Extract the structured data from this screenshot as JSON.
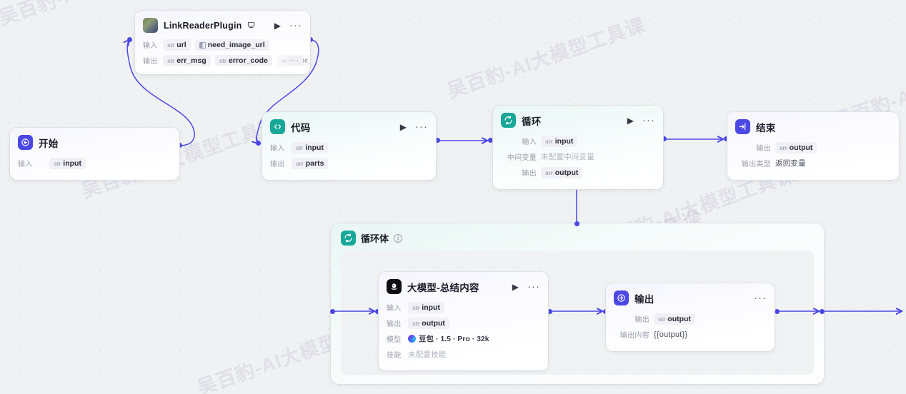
{
  "canvas": {
    "watermark_text": "吴百豹-AI大模型工具课",
    "accent_color": "#4b48e5",
    "teal_color": "#17a89a",
    "background_color": "#f0f1f3"
  },
  "labels": {
    "input": "输入",
    "output": "输出",
    "intermediate_var": "中间变量",
    "output_type": "输出类型",
    "model": "模型",
    "skill": "技能",
    "output_content": "输出内容",
    "run_icon": "play-icon",
    "more_icon": "ellipsis-icon",
    "overflow": "···"
  },
  "nodes": {
    "start": {
      "title": "开始",
      "icon": "start-node-icon",
      "rows": [
        {
          "label": "输入",
          "tags": [
            {
              "type": "str",
              "name": "input"
            }
          ]
        }
      ]
    },
    "plugin": {
      "title": "LinkReaderPlugin",
      "icon": "plugin-thumbnail-icon",
      "badge_icon": "plugin-badge-icon",
      "run_label": "▶",
      "more_label": "···",
      "rows": [
        {
          "label": "输入",
          "tags": [
            {
              "type": "str",
              "name": "url"
            },
            {
              "type": "bool",
              "name": "need_image_url"
            }
          ]
        },
        {
          "label": "输出",
          "tags": [
            {
              "type": "str",
              "name": "err_msg"
            },
            {
              "type": "str",
              "name": "error_code"
            },
            {
              "type": "str",
              "name": "error_msg",
              "faded": true
            }
          ],
          "overflow": "···"
        }
      ]
    },
    "code": {
      "title": "代码",
      "icon": "code-node-icon",
      "run_label": "▶",
      "more_label": "···",
      "rows": [
        {
          "label": "输入",
          "tags": [
            {
              "type": "str",
              "name": "input"
            }
          ]
        },
        {
          "label": "输出",
          "tags": [
            {
              "type": "arr",
              "name": "parts"
            }
          ]
        }
      ]
    },
    "loop": {
      "title": "循环",
      "icon": "loop-node-icon",
      "run_label": "▶",
      "more_label": "···",
      "rows": [
        {
          "label": "输入",
          "tags": [
            {
              "type": "arr",
              "name": "input"
            }
          ]
        },
        {
          "label": "中间变量",
          "text": "未配置中间变量"
        },
        {
          "label": "输出",
          "tags": [
            {
              "type": "arr",
              "name": "output"
            }
          ]
        }
      ]
    },
    "end": {
      "title": "结束",
      "icon": "end-node-icon",
      "rows": [
        {
          "label": "输出",
          "tags": [
            {
              "type": "arr",
              "name": "output"
            }
          ]
        },
        {
          "label": "输出类型",
          "text": "返回变量"
        }
      ]
    },
    "loop_body": {
      "title": "循环体",
      "icon": "loop-body-icon",
      "info_icon": "info-icon",
      "info_label": "i"
    },
    "llm": {
      "title": "大模型-总结内容",
      "icon": "llm-node-icon",
      "run_label": "▶",
      "more_label": "···",
      "rows": [
        {
          "label": "输入",
          "tags": [
            {
              "type": "str",
              "name": "input"
            }
          ]
        },
        {
          "label": "输出",
          "tags": [
            {
              "type": "str",
              "name": "output"
            }
          ]
        },
        {
          "label": "模型",
          "model": "豆包 · 1.5 · Pro · 32k",
          "model_icon": "doubao-icon"
        },
        {
          "label": "技能",
          "text": "未配置技能"
        }
      ]
    },
    "output": {
      "title": "输出",
      "icon": "output-node-icon",
      "more_label": "···",
      "rows": [
        {
          "label": "输出",
          "tags": [
            {
              "type": "str",
              "name": "output"
            }
          ]
        },
        {
          "label": "输出内容",
          "text": "{{output}}"
        }
      ]
    }
  }
}
